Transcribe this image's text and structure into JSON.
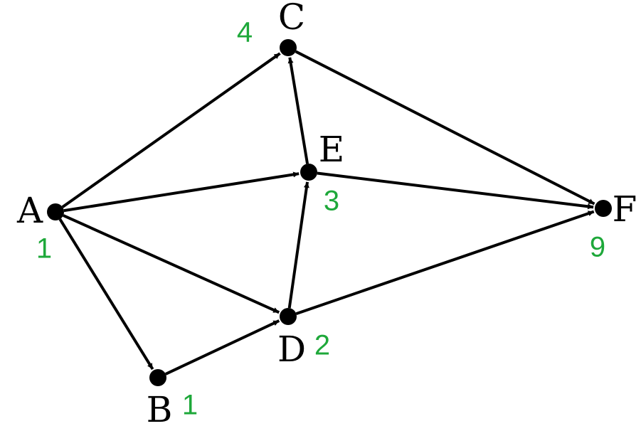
{
  "diagram": {
    "nodes": [
      {
        "id": "A",
        "label": "A",
        "count": "1"
      },
      {
        "id": "B",
        "label": "B",
        "count": "1"
      },
      {
        "id": "C",
        "label": "C",
        "count": "4"
      },
      {
        "id": "D",
        "label": "D",
        "count": "2"
      },
      {
        "id": "E",
        "label": "E",
        "count": "3"
      },
      {
        "id": "F",
        "label": "F",
        "count": "9"
      }
    ],
    "edges": [
      {
        "from": "A",
        "to": "C"
      },
      {
        "from": "A",
        "to": "E"
      },
      {
        "from": "A",
        "to": "D"
      },
      {
        "from": "A",
        "to": "B"
      },
      {
        "from": "B",
        "to": "D"
      },
      {
        "from": "D",
        "to": "E"
      },
      {
        "from": "E",
        "to": "C"
      },
      {
        "from": "C",
        "to": "F"
      },
      {
        "from": "E",
        "to": "F"
      },
      {
        "from": "D",
        "to": "F"
      }
    ]
  },
  "colors": {
    "edge": "#000000",
    "node": "#000000",
    "count": "#1ea83a"
  }
}
